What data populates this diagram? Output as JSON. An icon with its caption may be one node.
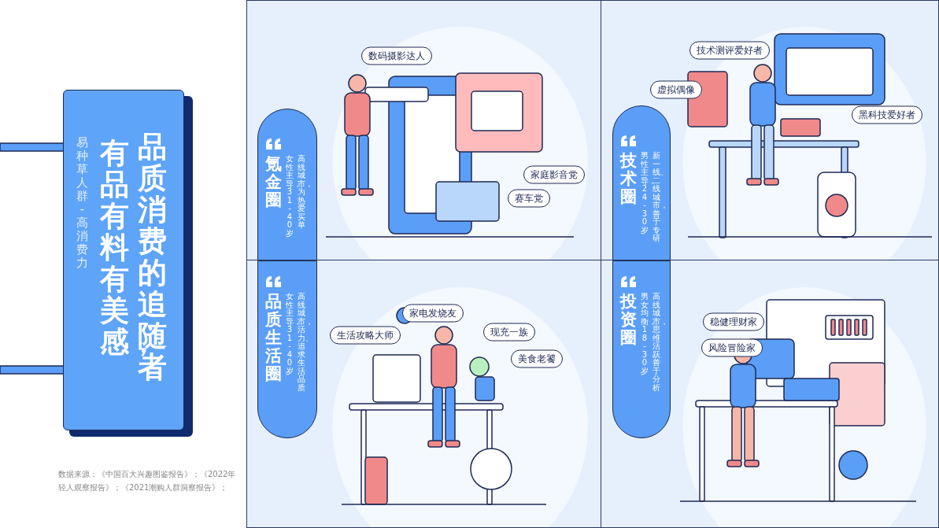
{
  "diagram": {
    "nodes": [
      {
        "text": [
          "易种草人群 - 高消费力",
          "有品有料有美感，",
          "品质消费的追随者"
        ]
      },
      {
        "text": [],
        "shape": "box"
      },
      {
        "text": [
          "氪金圈",
          "女性主导，31 - 40岁",
          "高线城市，为热爱买单"
        ],
        "in": 1
      },
      {
        "text": [
          "数码摄影达人"
        ],
        "in": 1
      },
      {
        "text": [
          "家庭影音党"
        ],
        "in": 1
      },
      {
        "text": [
          "赛车党"
        ],
        "in": 1
      },
      {
        "text": [],
        "shape": "box"
      },
      {
        "text": [
          "技术圈",
          "男性主导，24 - 30岁",
          "新一线、二线城市，善于专研"
        ],
        "in": 6
      },
      {
        "text": [
          "技术测评爱好者"
        ],
        "in": 6
      },
      {
        "text": [
          "虚拟偶像"
        ],
        "in": 6
      },
      {
        "text": [
          "黑科技爱好者"
        ],
        "in": 6
      },
      {
        "text": [],
        "shape": "box"
      },
      {
        "text": [
          "品质生活圈",
          "女性主导，31 - 40岁",
          "高线城市，活力、追求生活品质"
        ],
        "in": 11
      },
      {
        "text": [
          "家电发烧友"
        ],
        "in": 11
      },
      {
        "text": [
          "生活攻略大师"
        ],
        "in": 11
      },
      {
        "text": [
          "现充一族"
        ],
        "in": 11
      },
      {
        "text": [
          "美食老饕"
        ],
        "in": 11
      },
      {
        "text": [],
        "shape": "box"
      },
      {
        "text": [
          "投资圈",
          "男女均衡，18 - 30岁",
          "高线城市，思维活跃善于分析"
        ],
        "in": 17
      },
      {
        "text": [
          "稳健理财家"
        ],
        "in": 17
      },
      {
        "text": [
          "风险冒险家"
        ],
        "in": 17
      }
    ],
    "edges": [],
    "labels": [
      "数据来源：《中国百大兴趣图鉴报告》；《2022年轻人观察报告》；《2021潮购人群洞察报告》；"
    ]
  }
}
